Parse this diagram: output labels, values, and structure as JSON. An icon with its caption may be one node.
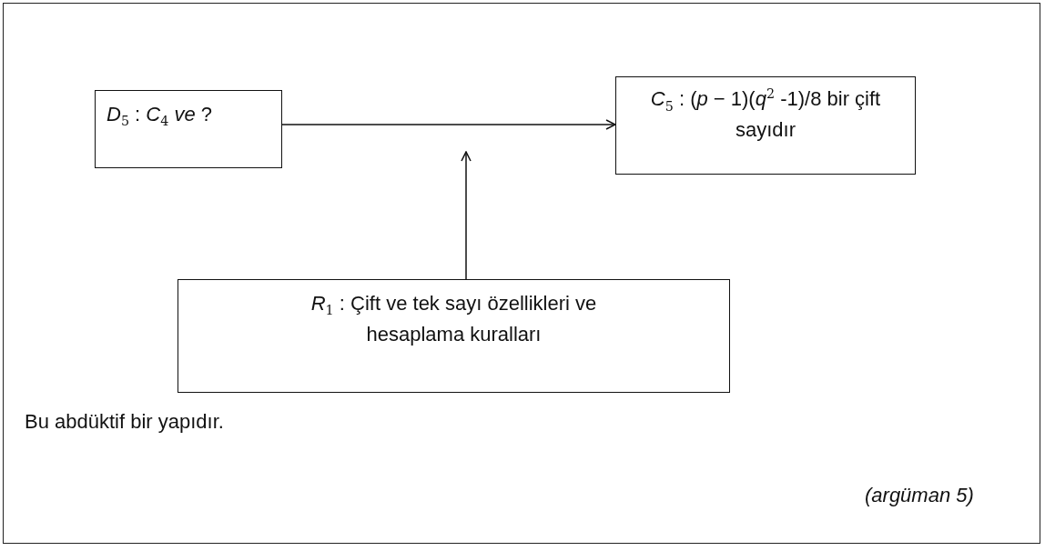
{
  "diagram": {
    "nodes": [
      {
        "text": [
          "*D*$_{5}$ : *C*$_{4}$ *ve* ?"
        ]
      },
      {
        "text": [
          "*C*$_{5}$ : (*p* − 1)(*q*$^{2}$ -1)/8 bir çift sayıdır"
        ]
      },
      {
        "text": [
          "*R*$_{1}$ : Çift ve tek sayı özellikleri ve hesaplama kuralları"
        ]
      }
    ],
    "edges": [
      {
        "from": 0,
        "to": 1,
        "arrow": "to"
      },
      {
        "from": 2,
        "to": null,
        "arrow": "to"
      }
    ],
    "labels": [
      "Bu abdüktif bir yapıdır.",
      "(argüman 5)"
    ]
  }
}
